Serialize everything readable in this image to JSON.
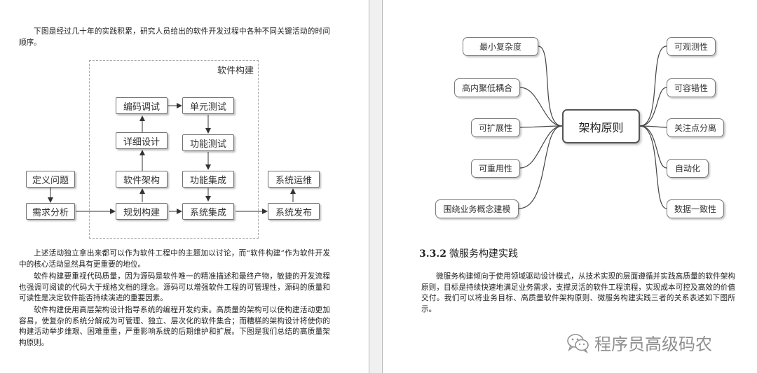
{
  "left_page": {
    "intro": "下图是经过几十年的实践积累，研究人员给出的软件开发过程中各种不同关键活动的时间顺序。",
    "diagram": {
      "frame_label": "软件构建",
      "boxes": {
        "define": "定义问题",
        "requirements": "需求分析",
        "detailed_design": "详细设计",
        "coding": "编码调试",
        "architecture": "软件架构",
        "planning": "规划构建",
        "unit_test": "单元测试",
        "function_test": "功能测试",
        "function_integration": "功能集成",
        "system_integration": "系统集成",
        "release": "系统发布",
        "ops": "系统运维"
      }
    },
    "para1": "上述活动独立拿出来都可以作为软件工程中的主题加以讨论，而“软件构建”作为软件开发中的核心活动显然具有更重要的地位。",
    "para2": "软件构建要重视代码质量，因为源码是软件唯一的精准描述和最终产物，敏捷的开发流程也强调可阅读的代码大于规格文档的理念。源码可以增强软件工程的可管理性，源码的质量和可读性是决定软件能否持续演进的重要因素。",
    "para3": "软件构建使用高层架构设计指导系统的编程开发约束。高质量的架构可以使构建活动更加容易，使复杂的系统分解成为可管理、独立、层次化的软件集合；而糟糕的架构设计将使你的构建活动举步维艰、困难重重，严重影响系统的后期维护和扩展。下图是我们总结的高质量架构原则。"
  },
  "right_page": {
    "mindmap": {
      "center": "架构原则",
      "left_nodes": [
        "最小复杂度",
        "高内聚低耦合",
        "可扩展性",
        "可重用性",
        "围绕业务概念建模"
      ],
      "right_nodes": [
        "可观测性",
        "可容错性",
        "关注点分离",
        "自动化",
        "数据一致性"
      ]
    },
    "section": {
      "number": "3.3.2",
      "title": "微服务构建实践"
    },
    "para": "微服务构建倾向于使用领域驱动设计模式，从技术实现的层面遵循并实践高质量的软件架构原则，目标是持续快速地满足业务需求，支撑灵活的软件工程流程，实现成本可控及高效的价值交付。我们可以将业务目标、高质量软件架构原则、微服务构建实践三者的关系表述如下图所示。",
    "watermark": "程序员高级码农"
  }
}
